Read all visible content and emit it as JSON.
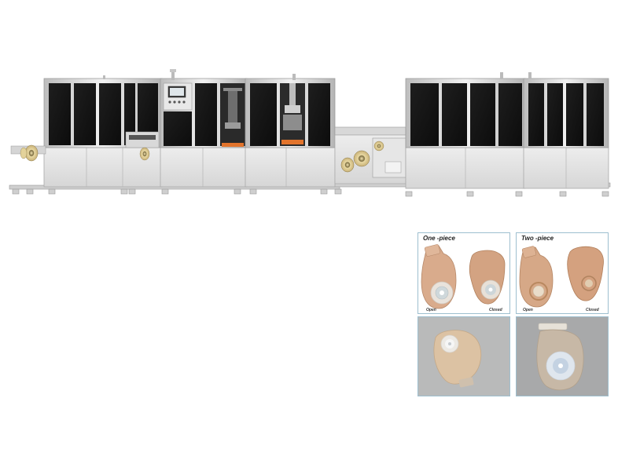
{
  "products": {
    "one_piece": {
      "title": "One -piece",
      "open_label": "Open",
      "closed_label": "Closed"
    },
    "two_piece": {
      "title": "Two -piece",
      "open_label": "Open",
      "closed_label": "Closed"
    }
  },
  "colors": {
    "frame": "#dcdcdc",
    "panel_glass": "#161616",
    "base_cabinet": "#e6e6e6",
    "pouch_beige": "#d4a789",
    "panel_border": "#9ebfcf",
    "photo_gray": "#b7b8b8"
  }
}
